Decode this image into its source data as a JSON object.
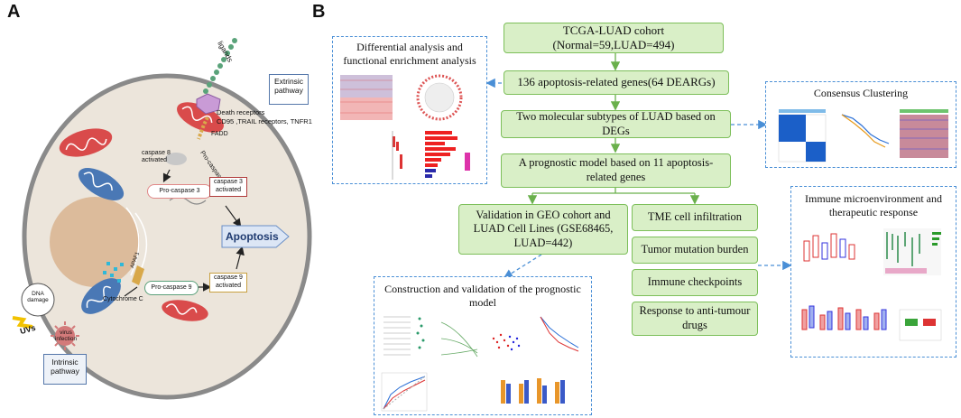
{
  "panel_a": {
    "letter": "A",
    "extrinsic_pathway": "Extrinsic\npathway",
    "intrinsic_pathway": "Intrinsic\npathway",
    "ligands": "ligands",
    "death_receptors": "Death receptors",
    "receptor_list": "CD95 ,TRAIL receptors,  TNFR1",
    "fadd": "FADD",
    "pro_caspase_8": "Pro-caspase 8",
    "caspase_8_activated": "caspase 8\nactivated",
    "pro_caspase_3": "Pro-caspase 3",
    "caspase_3_activated": "caspase 3\nactivated",
    "apoptosis": "Apoptosis",
    "apaf1": "APAF1",
    "pro_caspase_9": "Pro-caspase 9",
    "caspase_9_activated": "caspase 9\nactivated",
    "cytochrome_c": "Cytochrome C",
    "dna_damage": "DNA\ndamage",
    "virus_infection": "virus\ninfection",
    "uvs": "UVs"
  },
  "panel_b": {
    "letter": "B",
    "steps": {
      "cohort": "TCGA-LUAD cohort (Normal=59,LUAD=494)",
      "genes": "136 apoptosis-related genes(64 DEARGs)",
      "subtypes": "Two molecular subtypes of LUAD based on DEGs",
      "model": "A prognostic model based on 11 apoptosis-related genes",
      "validation": "Validation in GEO cohort and LUAD Cell Lines (GSE68465, LUAD=442)",
      "tme": "TME cell infiltration",
      "tmb": "Tumor mutation burden",
      "checkpoints": "Immune checkpoints",
      "drugs": "Response to anti-tumour drugs"
    },
    "boxes": {
      "differential": "Differential analysis and functional enrichment analysis",
      "consensus": "Consensus Clustering",
      "construction": "Construction and validation of the prognostic model",
      "immune": "Immune microenvironment and therapeutic response"
    }
  },
  "colors": {
    "step_fill": "#d9efc7",
    "step_border": "#7dbf5a",
    "dashed_border": "#4a8fd6",
    "arrow_blue": "#4a8fd6",
    "arrow_green": "#6ab04c",
    "cell_fill": "#ece5db",
    "mito_red": "#d94b4b",
    "nucleus": "#d9b48f"
  }
}
